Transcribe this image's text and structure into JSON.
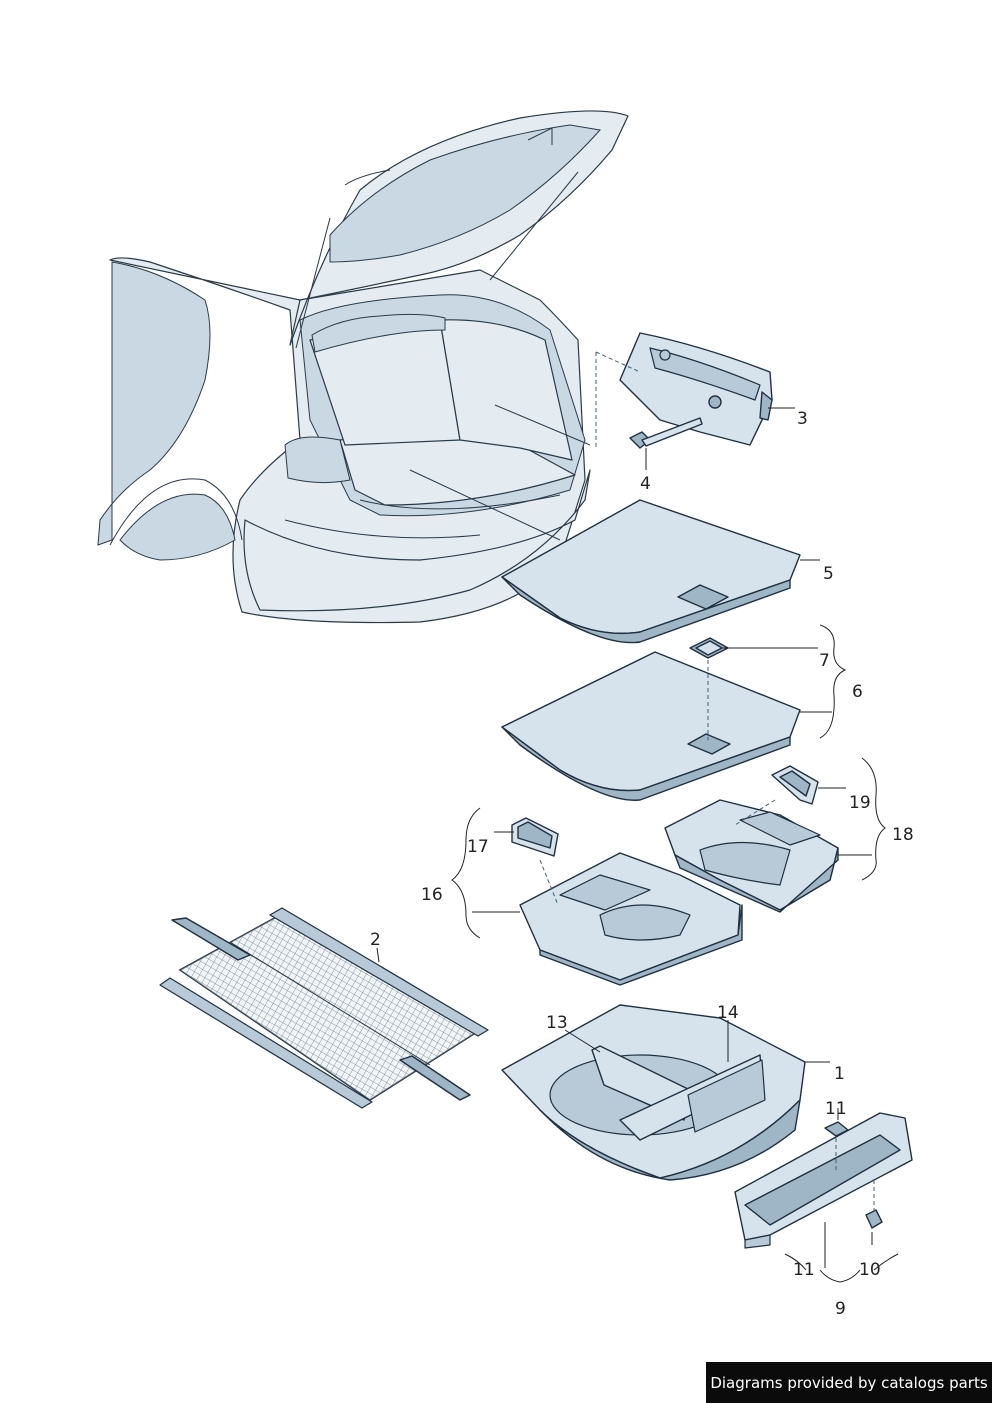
{
  "callouts": {
    "c1": "1",
    "c2": "2",
    "c3": "3",
    "c4": "4",
    "c5": "5",
    "c6": "6",
    "c7": "7",
    "c9": "9",
    "c10": "10",
    "c11a": "11",
    "c11b": "11",
    "c13": "13",
    "c14": "14",
    "c16": "16",
    "c17": "17",
    "c18": "18",
    "c19": "19"
  },
  "credit": "Diagrams provided by catalogs parts"
}
